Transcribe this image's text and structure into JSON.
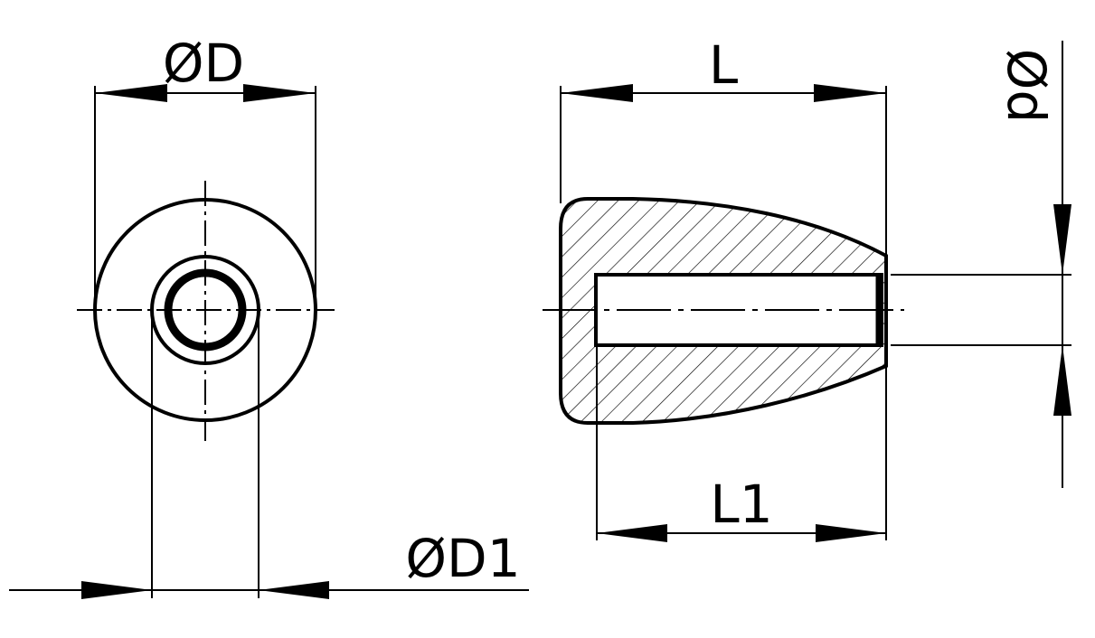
{
  "labels": {
    "outer_diameter": "ØD",
    "length": "L",
    "bore_length": "L1",
    "shoulder_diameter": "ØD1",
    "bore_diameter": "Ød"
  },
  "colors": {
    "line": "#000000",
    "background": "#ffffff"
  }
}
